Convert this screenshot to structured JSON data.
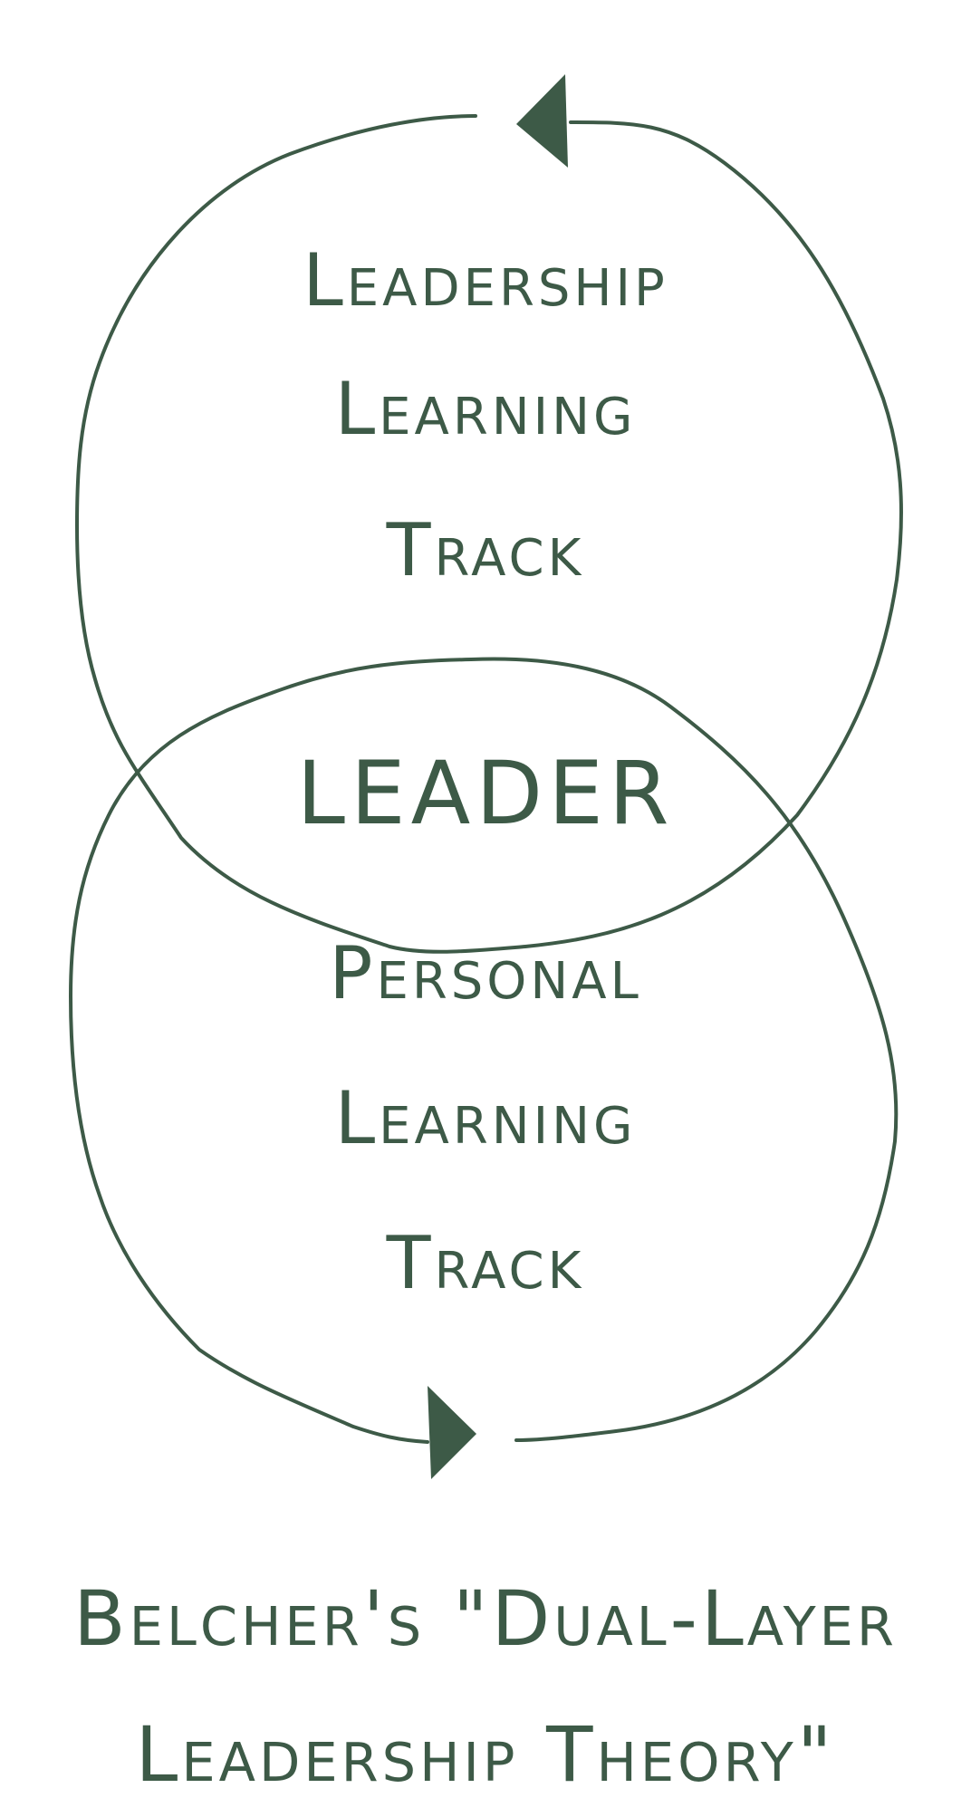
{
  "colors": {
    "ink": "#3d5a47",
    "background": "#ffffff"
  },
  "top_circle": {
    "lines": [
      "Leadership",
      "Learning",
      "Track"
    ],
    "arrow_direction": "left"
  },
  "intersection": {
    "label": "LEADER"
  },
  "bottom_circle": {
    "lines": [
      "Personal",
      "Learning",
      "Track"
    ],
    "arrow_direction": "right"
  },
  "caption": {
    "line1": "Belcher's \"Dual-Layer",
    "line2": "Leadership Theory\""
  }
}
